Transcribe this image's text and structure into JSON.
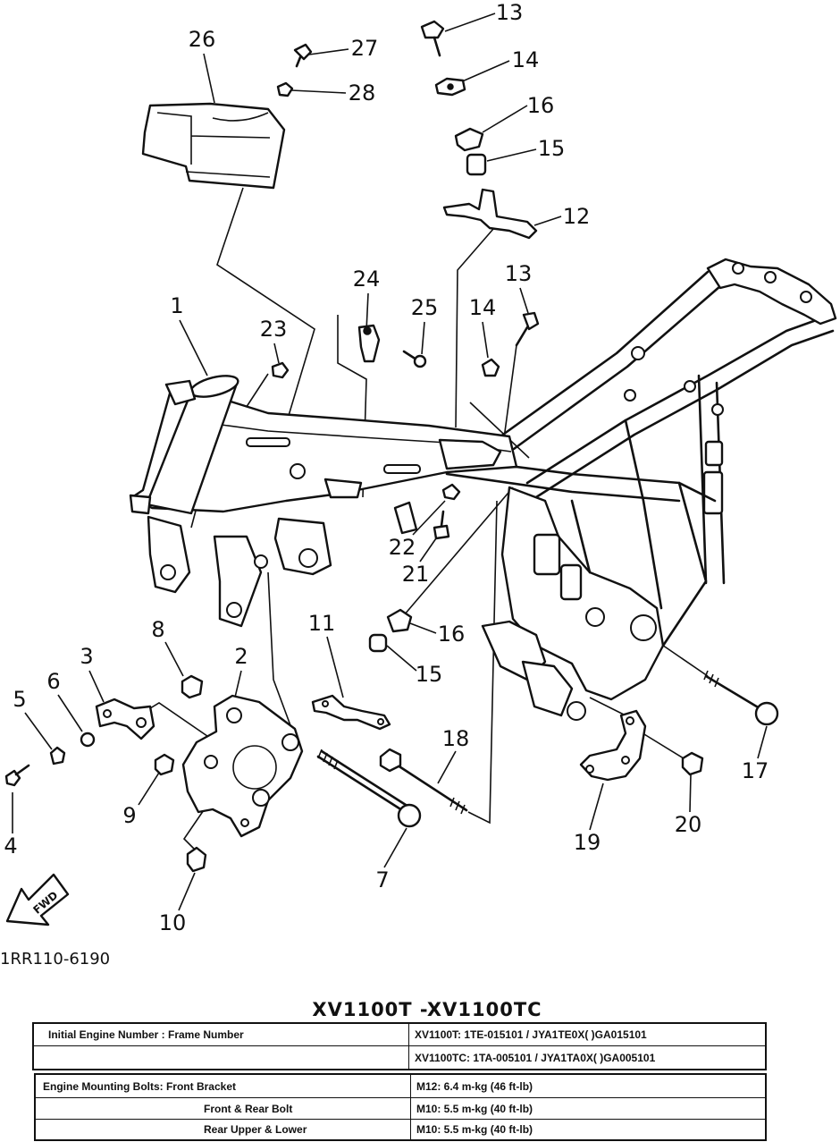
{
  "figure_code": "1RR110-6190",
  "fwd_label": "FWD",
  "callouts": [
    "13",
    "14",
    "16",
    "15",
    "12",
    "27",
    "28",
    "26",
    "1",
    "23",
    "24",
    "25",
    "14",
    "13",
    "22",
    "21",
    "11",
    "16",
    "15",
    "8",
    "2",
    "3",
    "6",
    "5",
    "4",
    "9",
    "10",
    "7",
    "18",
    "17",
    "19",
    "20"
  ],
  "model_title": "XV1100T -XV1100TC",
  "serial_table": {
    "rows": [
      {
        "label": "Initial Engine Number : Frame Number",
        "value": "XV1100T: 1TE-015101 / JYA1TE0X(   )GA015101"
      },
      {
        "value": "XV1100TC: 1TA-005101 / JYA1TA0X(   )GA005101"
      }
    ]
  },
  "torque_table": {
    "rows": [
      {
        "label": "Engine Mounting Bolts: Front Bracket",
        "value": "M12: 6.4 m-kg (46 ft-lb)"
      },
      {
        "label": "Front & Rear Bolt",
        "value": "M10: 5.5 m-kg (40 ft-lb)"
      },
      {
        "label": "Rear Upper & Lower",
        "value": "M10: 5.5 m-kg (40 ft-lb)"
      }
    ]
  }
}
